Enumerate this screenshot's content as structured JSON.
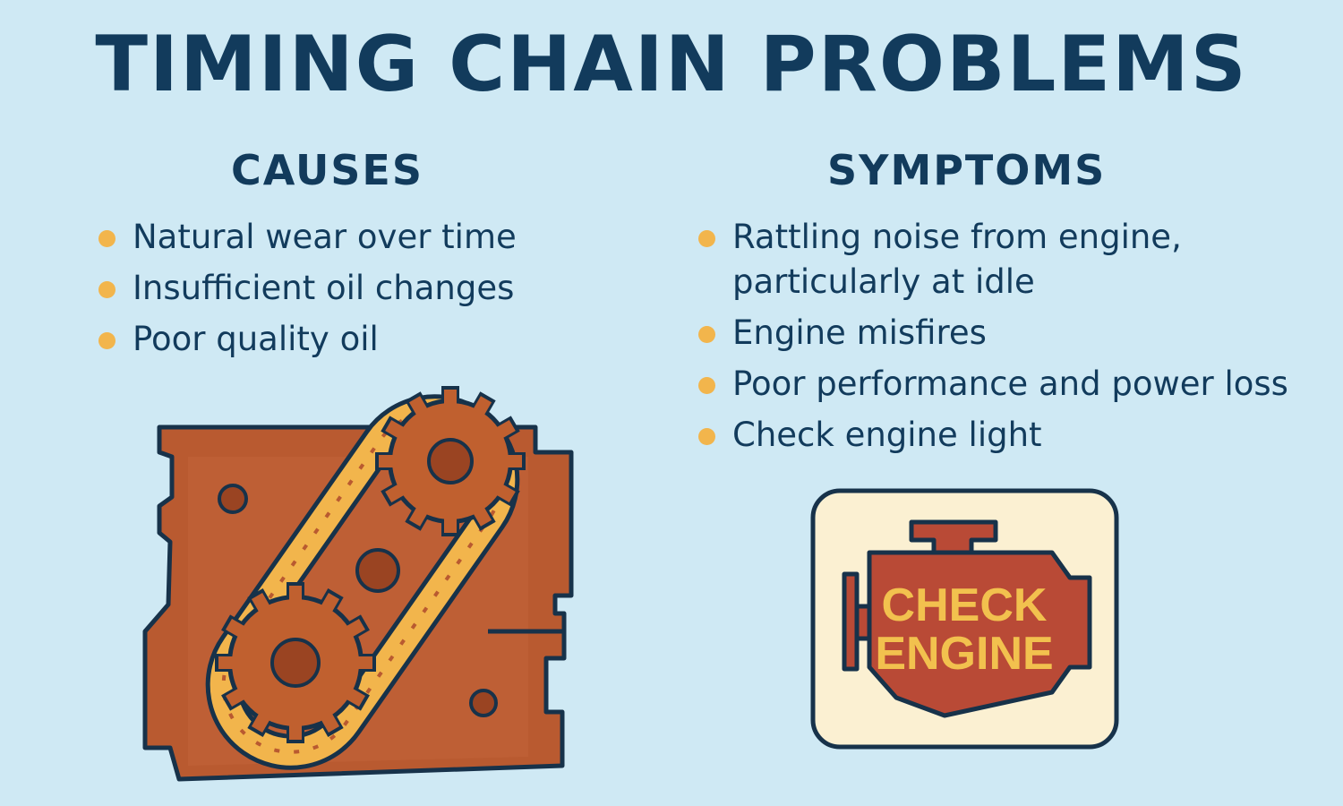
{
  "title": "TIMING CHAIN PROBLEMS",
  "causes": {
    "heading": "CAUSES",
    "items": [
      "Natural wear over time",
      "Insufficient oil changes",
      "Poor quality oil"
    ]
  },
  "symptoms": {
    "heading": "SYMPTOMS",
    "items": [
      "Rattling noise from engine, particularly at idle",
      "Engine misfires",
      "Poor performance and power loss",
      "Check engine light"
    ]
  },
  "check_engine_badge": {
    "line1": "CHECK",
    "line2": "ENGINE"
  },
  "colors": {
    "background": "#cfe9f4",
    "text": "#123b5c",
    "bullet": "#f2b54c",
    "engine_block": "#b95a30",
    "chain": "#f2b54c",
    "badge_bg": "#fbf0d2",
    "badge_engine": "#b94a36",
    "badge_text": "#f2c14e"
  },
  "icons": [
    "engine-block-illustration",
    "timing-chain-icon",
    "gear-icon",
    "check-engine-icon"
  ]
}
